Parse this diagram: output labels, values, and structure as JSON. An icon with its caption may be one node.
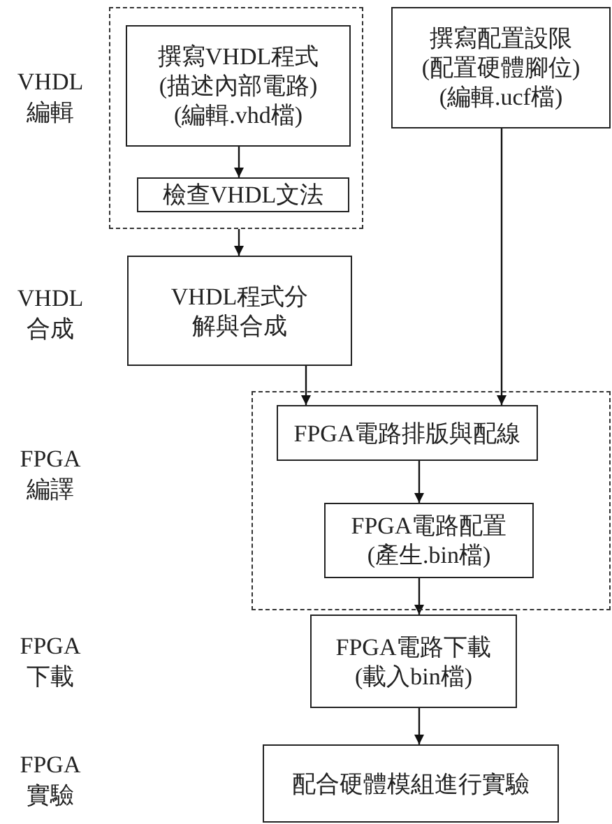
{
  "diagram": {
    "nodes": [
      {
        "text": [],
        "shape": "box"
      },
      {
        "text": [
          "撰寫VHDL程式(描述內部電路)(編輯.vhd檔)"
        ],
        "in": 0
      },
      {
        "text": [
          "檢查VHDL文法"
        ],
        "in": 0
      },
      {
        "text": [
          "撰寫配置設限(配置硬體腳位)(編輯.ucf檔)"
        ]
      },
      {
        "text": [
          "VHDL程式分解與合成"
        ]
      },
      {
        "text": [],
        "shape": "box"
      },
      {
        "text": [
          "FPGA電路排版與配線"
        ],
        "in": 5
      },
      {
        "text": [
          "FPGA電路配置(產生.bin檔)"
        ],
        "in": 5
      },
      {
        "text": [
          "FPGA電路下載(載入bin檔)"
        ]
      },
      {
        "text": [
          "配合硬體模組進行實驗"
        ]
      }
    ],
    "edges": [
      {
        "from": 1,
        "to": 2,
        "arrow": "to"
      },
      {
        "from": 0,
        "to": 4,
        "arrow": "to"
      },
      {
        "from": 4,
        "to": 6,
        "arrow": "to"
      },
      {
        "from": 3,
        "to": 6,
        "arrow": "to"
      },
      {
        "from": 6,
        "to": 7,
        "arrow": "to"
      },
      {
        "from": 7,
        "to": 8,
        "arrow": "to"
      },
      {
        "from": 8,
        "to": 9,
        "arrow": "to"
      }
    ],
    "labels": [
      "VHDL編輯",
      "VHDL合成",
      "FPGA編譯",
      "FPGA下載",
      "FPGA實驗"
    ]
  }
}
